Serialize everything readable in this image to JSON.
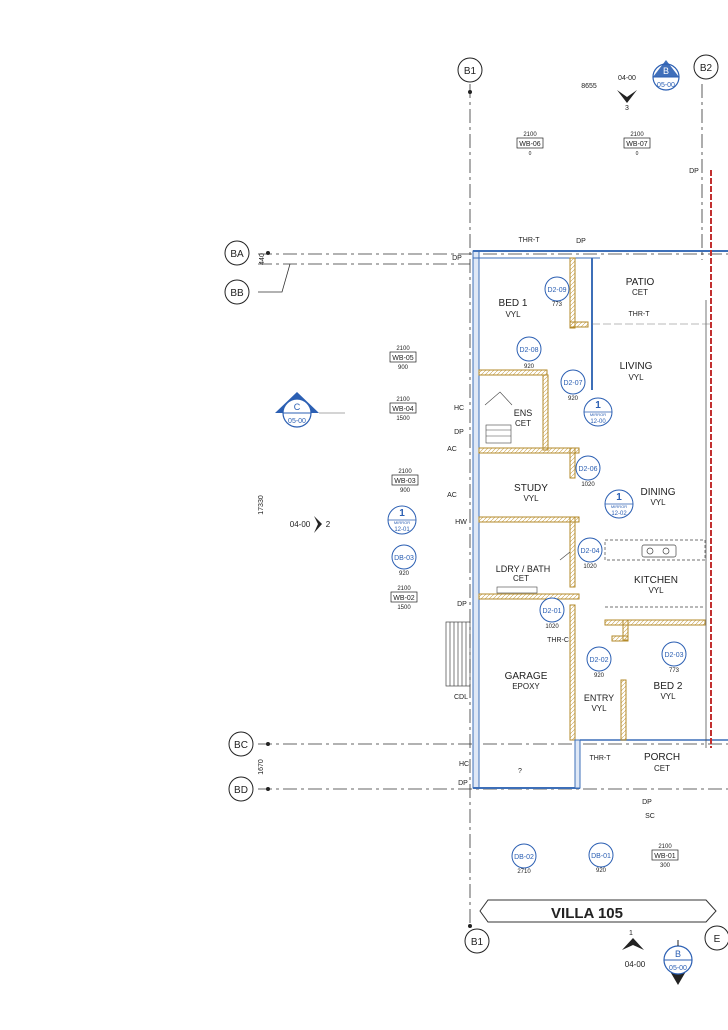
{
  "grid": {
    "b1_top": "B1",
    "b2_top": "B2",
    "b1_bottom": "B1",
    "b_partial_bottom": "E",
    "ba": "BA",
    "bb": "BB",
    "bc": "BC",
    "bd": "BD",
    "dim_top": "8655",
    "dim_ba_bb": "440",
    "dim_vertical": "17330",
    "dim_bc_bd": "1670"
  },
  "section_markers": {
    "top_b_letter": "B",
    "top_b_sheet": "05-00",
    "top_ref": "04-00",
    "top_ref_num": "3",
    "left_c_letter": "C",
    "left_c_sheet": "05-00",
    "left_ref": "04-00",
    "left_ref_num": "2",
    "bottom_b_letter": "B",
    "bottom_b_sheet": "05-00",
    "bottom_ref": "04-00",
    "bottom_ref_num": "1"
  },
  "window_tags": {
    "wb06": {
      "height": "2100",
      "code": "WB-06",
      "width": "0"
    },
    "wb07": {
      "height": "2100",
      "code": "WB-07",
      "width": "0"
    },
    "wb05": {
      "height": "2100",
      "code": "WB-05",
      "width": "900"
    },
    "wb04": {
      "height": "2100",
      "code": "WB-04",
      "width": "1500"
    },
    "wb03": {
      "height": "2100",
      "code": "WB-03",
      "width": "900"
    },
    "wb02": {
      "height": "2100",
      "code": "WB-02",
      "width": "1500"
    },
    "wb01": {
      "height": "2100",
      "code": "WB-01",
      "width": "300"
    }
  },
  "door_tags": {
    "d209": {
      "code": "D2-09",
      "width": "773"
    },
    "d208": {
      "code": "D2-08",
      "width": "920"
    },
    "d207": {
      "code": "D2-07",
      "width": "920"
    },
    "d206": {
      "code": "D2-06",
      "width": "1020"
    },
    "d204": {
      "code": "D2-04",
      "width": "1020"
    },
    "d201": {
      "code": "D2-01",
      "width": "1020"
    },
    "d202": {
      "code": "D2-02",
      "width": "920"
    },
    "d203": {
      "code": "D2-03",
      "width": "773"
    },
    "db03": {
      "code": "DB-03",
      "width": "920"
    },
    "db02": {
      "code": "DB-02",
      "width": "2710"
    },
    "db01": {
      "code": "DB-01",
      "width": "920"
    }
  },
  "mirror_tags": {
    "m1": {
      "num": "1",
      "word": "MIRROR",
      "sheet": "12-00"
    },
    "m2": {
      "num": "1",
      "word": "MIRROR",
      "sheet": "12-02"
    },
    "m3": {
      "num": "1",
      "word": "MIRROR",
      "sheet": "12-01"
    }
  },
  "rooms": {
    "bed1": {
      "name": "BED 1",
      "finish": "VYL"
    },
    "patio": {
      "name": "PATIO",
      "finish": "CET"
    },
    "living": {
      "name": "LIVING",
      "finish": "VYL"
    },
    "ens": {
      "name": "ENS",
      "finish": "CET"
    },
    "study": {
      "name": "STUDY",
      "finish": "VYL"
    },
    "dining": {
      "name": "DINING",
      "finish": "VYL"
    },
    "ldry": {
      "name": "LDRY / BATH",
      "finish": "CET"
    },
    "kitchen": {
      "name": "KITCHEN",
      "finish": "VYL"
    },
    "garage": {
      "name": "GARAGE",
      "finish": "EPOXY"
    },
    "entry": {
      "name": "ENTRY",
      "finish": "VYL"
    },
    "bed2": {
      "name": "BED 2",
      "finish": "VYL"
    },
    "porch": {
      "name": "PORCH",
      "finish": "CET"
    }
  },
  "annotations": {
    "thr_t_top": "THR-T",
    "thr_t_patio": "THR-T",
    "thr_c": "THR-C",
    "thr_t_porch": "THR-T",
    "dp_top": "DP",
    "dp_right": "DP",
    "dp_ba": "DP",
    "hc_ens": "HC",
    "dp_ens": "DP",
    "ac_ens": "AC",
    "ac_study": "AC",
    "hw": "HW",
    "dp_garage": "DP",
    "cdl": "CDL",
    "hc_bottom": "HC",
    "dp_bottom": "DP",
    "dp_outside": "DP",
    "sc": "SC",
    "question": "?"
  },
  "title": "VILLA 105"
}
